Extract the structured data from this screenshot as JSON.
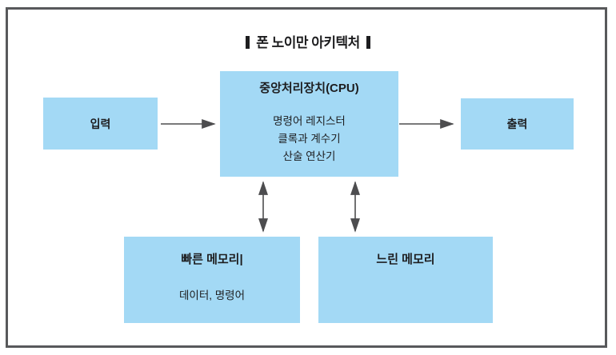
{
  "title": "폰 노이만 아키텍처",
  "boxes": {
    "input": {
      "label": "입력"
    },
    "cpu": {
      "title": "중앙처리장치(CPU)",
      "lines": [
        "명령어 레지스터",
        "클록과 계수기",
        "산술 연산기"
      ]
    },
    "output": {
      "label": "출력"
    },
    "fast_memory": {
      "title": "빠른 메모리|",
      "detail": "데이터, 명령어"
    },
    "slow_memory": {
      "title": "느린 메모리"
    }
  },
  "arrows": [
    {
      "name": "input-to-cpu",
      "direction": "right"
    },
    {
      "name": "cpu-to-output",
      "direction": "right"
    },
    {
      "name": "cpu-to-fast-memory",
      "direction": "both"
    },
    {
      "name": "cpu-to-slow-memory",
      "direction": "both"
    }
  ],
  "colors": {
    "box_fill": "#a3d9f5",
    "frame_border": "#58595b",
    "arrow": "#4d4d4f",
    "text": "#1d1d1f"
  }
}
